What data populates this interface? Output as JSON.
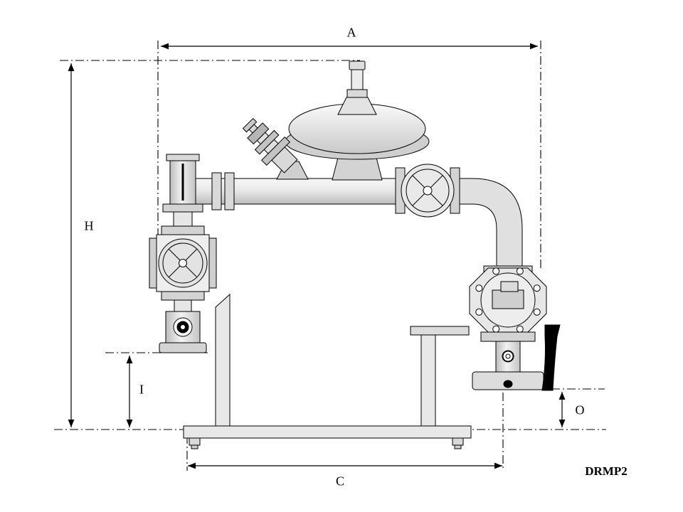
{
  "labels": {
    "dim_a": "A",
    "dim_h": "H",
    "dim_i": "I",
    "dim_c": "C",
    "dim_o": "O",
    "model": "DRMP2"
  },
  "colors": {
    "line": "#000000",
    "background": "#ffffff",
    "fill_light": "#efefef",
    "fill_mid": "#d9d9d9",
    "fill_dark": "#bfbfbf",
    "handle": "#000000"
  }
}
